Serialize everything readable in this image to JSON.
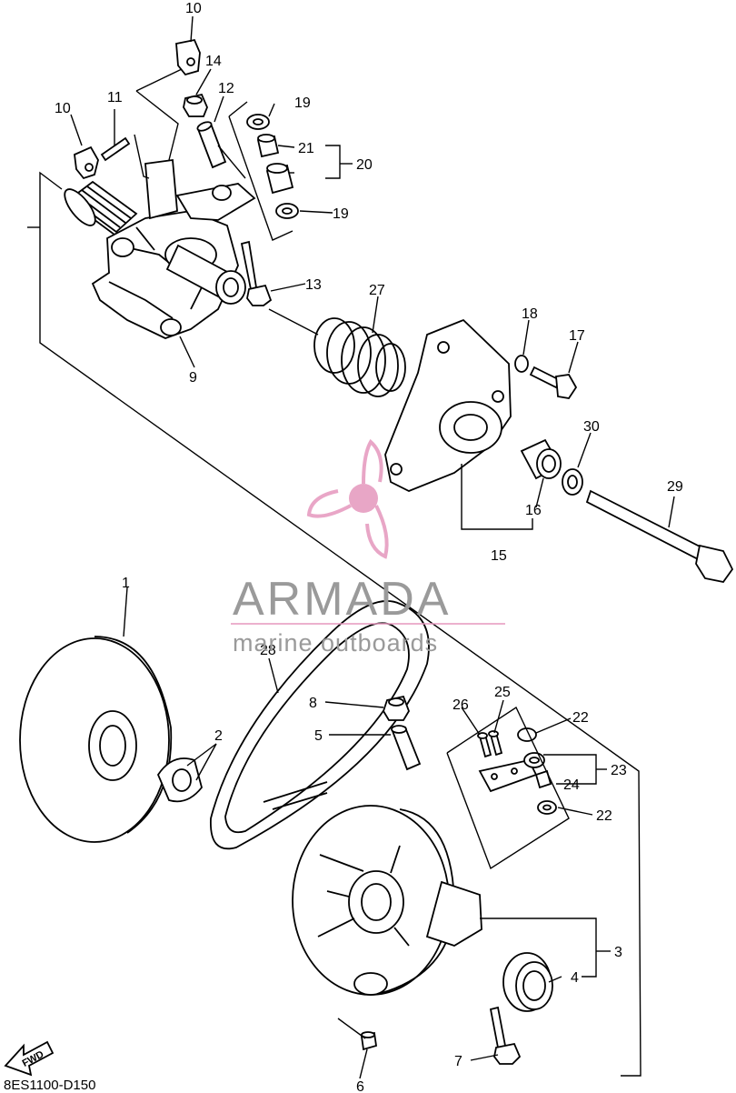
{
  "callouts": {
    "c1": "1",
    "c2": "2",
    "c3": "3",
    "c4": "4",
    "c5": "5",
    "c6": "6",
    "c7": "7",
    "c8": "8",
    "c9": "9",
    "c10a": "10",
    "c10b": "10",
    "c11": "11",
    "c12": "12",
    "c13": "13",
    "c14": "14",
    "c15": "15",
    "c16": "16",
    "c17": "17",
    "c18": "18",
    "c19a": "19",
    "c19b": "19",
    "c20": "20",
    "c21": "21",
    "c22a": "22",
    "c22b": "22",
    "c23": "23",
    "c24": "24",
    "c25": "25",
    "c26": "26",
    "c27": "27",
    "c28": "28",
    "c29": "29",
    "c30": "30"
  },
  "fwd_label": "FWD",
  "ref_code": "8ES1100-D150",
  "watermark": {
    "brand": "ARMADA",
    "tagline": "marine outboards",
    "color": "#e597bd"
  }
}
